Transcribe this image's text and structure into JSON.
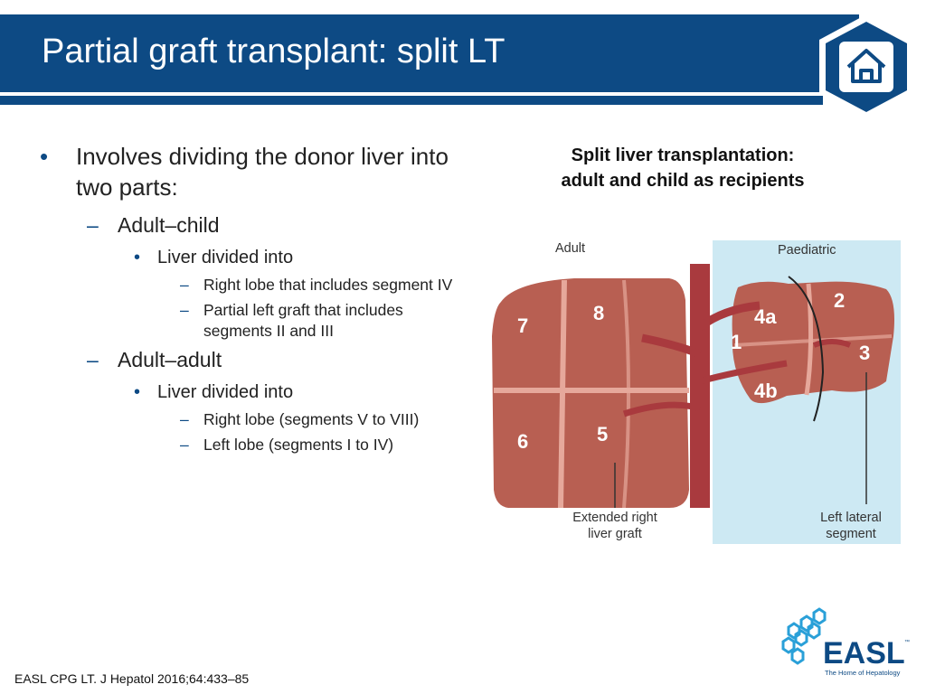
{
  "header": {
    "title": "Partial graft transplant: split LT"
  },
  "bullets": [
    {
      "level": 1,
      "marker": "•",
      "text": "Involves dividing the donor liver into two parts:"
    },
    {
      "level": 2,
      "marker": "–",
      "text": "Adult–child"
    },
    {
      "level": 3,
      "marker": "•",
      "text": "Liver divided into"
    },
    {
      "level": 4,
      "marker": "–",
      "text": "Right lobe that includes segment IV"
    },
    {
      "level": 4,
      "marker": "–",
      "text": "Partial left graft that includes segments II and III"
    },
    {
      "level": 2,
      "marker": "–",
      "text": "Adult–adult"
    },
    {
      "level": 3,
      "marker": "•",
      "text": "Liver divided into"
    },
    {
      "level": 4,
      "marker": "–",
      "text": "Right lobe (segments V to VIII)"
    },
    {
      "level": 4,
      "marker": "–",
      "text": "Left lobe (segments I to IV)"
    }
  ],
  "figure": {
    "title_line1": "Split liver transplantation:",
    "title_line2": "adult and child as recipients",
    "label_adult": "Adult",
    "label_paediatric": "Paediatric",
    "label_extended_line1": "Extended right",
    "label_extended_line2": "liver graft",
    "label_lateral_line1": "Left lateral",
    "label_lateral_line2": "segment",
    "segments": {
      "s1": "1",
      "s2": "2",
      "s3": "3",
      "s4a": "4a",
      "s4b": "4b",
      "s5": "5",
      "s6": "6",
      "s7": "7",
      "s8": "8"
    }
  },
  "footer": {
    "reference": "EASL CPG LT. J Hepatol 2016;64:433–85"
  },
  "logo": {
    "name": "EASL",
    "tm": "™",
    "tagline": "The Home of Hepatology"
  },
  "icons": {
    "home": "home-icon",
    "logo_mark": "hexagon-cluster-icon"
  },
  "colors": {
    "brand_blue": "#0d4a84",
    "liver": "#b85f52",
    "vessel": "#a93a3e",
    "paediatric_bg": "#cde9f3"
  }
}
